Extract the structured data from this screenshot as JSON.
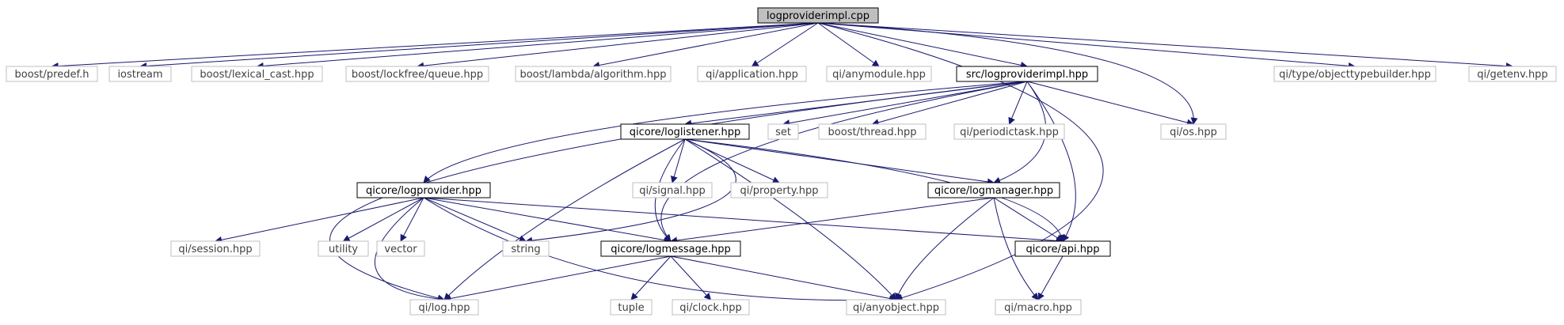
{
  "graph": {
    "colors": {
      "edge": "#191970",
      "internal_border": "#000000",
      "internal_text": "#000000",
      "external_border": "#bfbfbf",
      "external_text": "#404040",
      "root_fill": "#bfbfbf"
    },
    "nodes": [
      {
        "id": "root",
        "label": "logproviderimpl.cpp",
        "kind": "root"
      },
      {
        "id": "predef",
        "label": "boost/predef.h",
        "kind": "external"
      },
      {
        "id": "iostream",
        "label": "iostream",
        "kind": "external"
      },
      {
        "id": "lexcast",
        "label": "boost/lexical_cast.hpp",
        "kind": "external"
      },
      {
        "id": "lfqueue",
        "label": "boost/lockfree/queue.hpp",
        "kind": "external"
      },
      {
        "id": "lambda",
        "label": "boost/lambda/algorithm.hpp",
        "kind": "external"
      },
      {
        "id": "application",
        "label": "qi/application.hpp",
        "kind": "external"
      },
      {
        "id": "anymodule",
        "label": "qi/anymodule.hpp",
        "kind": "external"
      },
      {
        "id": "lpimpl",
        "label": "src/logproviderimpl.hpp",
        "kind": "internal"
      },
      {
        "id": "otbuilder",
        "label": "qi/type/objecttypebuilder.hpp",
        "kind": "external"
      },
      {
        "id": "getenv",
        "label": "qi/getenv.hpp",
        "kind": "external"
      },
      {
        "id": "loglistener",
        "label": "qicore/loglistener.hpp",
        "kind": "internal"
      },
      {
        "id": "set",
        "label": "set",
        "kind": "external"
      },
      {
        "id": "bthread",
        "label": "boost/thread.hpp",
        "kind": "external"
      },
      {
        "id": "periodic",
        "label": "qi/periodictask.hpp",
        "kind": "external"
      },
      {
        "id": "os",
        "label": "qi/os.hpp",
        "kind": "external"
      },
      {
        "id": "logprovider",
        "label": "qicore/logprovider.hpp",
        "kind": "internal"
      },
      {
        "id": "signal",
        "label": "qi/signal.hpp",
        "kind": "external"
      },
      {
        "id": "property",
        "label": "qi/property.hpp",
        "kind": "external"
      },
      {
        "id": "logmanager",
        "label": "qicore/logmanager.hpp",
        "kind": "internal"
      },
      {
        "id": "session",
        "label": "qi/session.hpp",
        "kind": "external"
      },
      {
        "id": "utility",
        "label": "utility",
        "kind": "external"
      },
      {
        "id": "vector",
        "label": "vector",
        "kind": "external"
      },
      {
        "id": "string",
        "label": "string",
        "kind": "external"
      },
      {
        "id": "logmessage",
        "label": "qicore/logmessage.hpp",
        "kind": "internal"
      },
      {
        "id": "api",
        "label": "qicore/api.hpp",
        "kind": "internal"
      },
      {
        "id": "log",
        "label": "qi/log.hpp",
        "kind": "external"
      },
      {
        "id": "tuple",
        "label": "tuple",
        "kind": "external"
      },
      {
        "id": "clock",
        "label": "qi/clock.hpp",
        "kind": "external"
      },
      {
        "id": "anyobject",
        "label": "qi/anyobject.hpp",
        "kind": "external"
      },
      {
        "id": "macro",
        "label": "qi/macro.hpp",
        "kind": "external"
      }
    ],
    "edges": [
      [
        "root",
        "predef"
      ],
      [
        "root",
        "iostream"
      ],
      [
        "root",
        "lexcast"
      ],
      [
        "root",
        "lfqueue"
      ],
      [
        "root",
        "lambda"
      ],
      [
        "root",
        "application"
      ],
      [
        "root",
        "anymodule"
      ],
      [
        "root",
        "lpimpl"
      ],
      [
        "root",
        "otbuilder"
      ],
      [
        "root",
        "getenv"
      ],
      [
        "root",
        "os"
      ],
      [
        "root",
        "anyobject"
      ],
      [
        "lpimpl",
        "loglistener"
      ],
      [
        "lpimpl",
        "set"
      ],
      [
        "lpimpl",
        "bthread"
      ],
      [
        "lpimpl",
        "periodic"
      ],
      [
        "lpimpl",
        "os"
      ],
      [
        "lpimpl",
        "logprovider"
      ],
      [
        "lpimpl",
        "logmanager"
      ],
      [
        "lpimpl",
        "api"
      ],
      [
        "lpimpl",
        "logmessage"
      ],
      [
        "lpimpl",
        "log"
      ],
      [
        "loglistener",
        "signal"
      ],
      [
        "loglistener",
        "property"
      ],
      [
        "loglistener",
        "logmanager"
      ],
      [
        "loglistener",
        "logmessage"
      ],
      [
        "loglistener",
        "string"
      ],
      [
        "loglistener",
        "log"
      ],
      [
        "loglistener",
        "anyobject"
      ],
      [
        "loglistener",
        "api"
      ],
      [
        "logprovider",
        "session"
      ],
      [
        "logprovider",
        "utility"
      ],
      [
        "logprovider",
        "vector"
      ],
      [
        "logprovider",
        "string"
      ],
      [
        "logprovider",
        "logmessage"
      ],
      [
        "logprovider",
        "api"
      ],
      [
        "logprovider",
        "log"
      ],
      [
        "logprovider",
        "anyobject"
      ],
      [
        "logmanager",
        "logmessage"
      ],
      [
        "logmanager",
        "api"
      ],
      [
        "logmanager",
        "anyobject"
      ],
      [
        "logmanager",
        "macro"
      ],
      [
        "logmessage",
        "log"
      ],
      [
        "logmessage",
        "tuple"
      ],
      [
        "logmessage",
        "clock"
      ],
      [
        "logmessage",
        "anyobject"
      ],
      [
        "api",
        "macro"
      ]
    ]
  }
}
